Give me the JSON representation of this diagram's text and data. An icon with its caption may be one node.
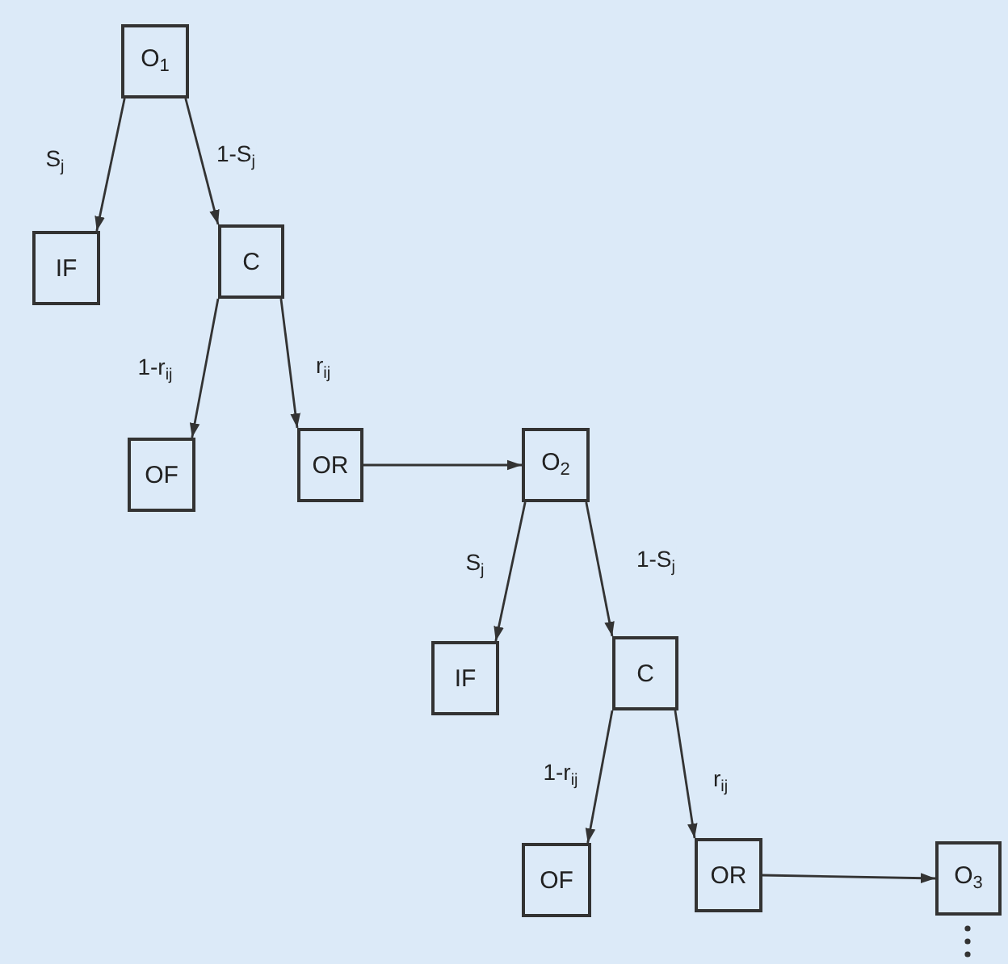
{
  "diagram": {
    "nodes": [
      {
        "text": [
          "O$_{1}$"
        ]
      },
      {
        "text": [
          "IF"
        ]
      },
      {
        "text": [
          "C"
        ]
      },
      {
        "text": [
          "OF"
        ]
      },
      {
        "text": [
          "OR"
        ]
      },
      {
        "text": [
          "O$_{2}$"
        ]
      },
      {
        "text": [
          "IF"
        ]
      },
      {
        "text": [
          "C"
        ]
      },
      {
        "text": [
          "OF"
        ]
      },
      {
        "text": [
          "OR"
        ]
      },
      {
        "text": [
          "O$_{3}$"
        ]
      }
    ],
    "edges": [
      {
        "from": 0,
        "to": 1,
        "arrow": "to",
        "label": "S$_{j}$"
      },
      {
        "from": 0,
        "to": 2,
        "arrow": "to",
        "label": "1-S$_{j}$"
      },
      {
        "from": 2,
        "to": 3,
        "arrow": "to",
        "label": "1-r$_{ij}$"
      },
      {
        "from": 2,
        "to": 4,
        "arrow": "to",
        "label": "r$_{ij}$"
      },
      {
        "from": 4,
        "to": 5,
        "arrow": "to"
      },
      {
        "from": 5,
        "to": 6,
        "arrow": "to",
        "label": "S$_{j}$"
      },
      {
        "from": 5,
        "to": 7,
        "arrow": "to",
        "label": "1-S$_{j}$"
      },
      {
        "from": 7,
        "to": 8,
        "arrow": "to",
        "label": "1-r$_{ij}$"
      },
      {
        "from": 7,
        "to": 9,
        "arrow": "to",
        "label": "r$_{ij}$"
      },
      {
        "from": 9,
        "to": 10,
        "arrow": "to"
      }
    ]
  }
}
